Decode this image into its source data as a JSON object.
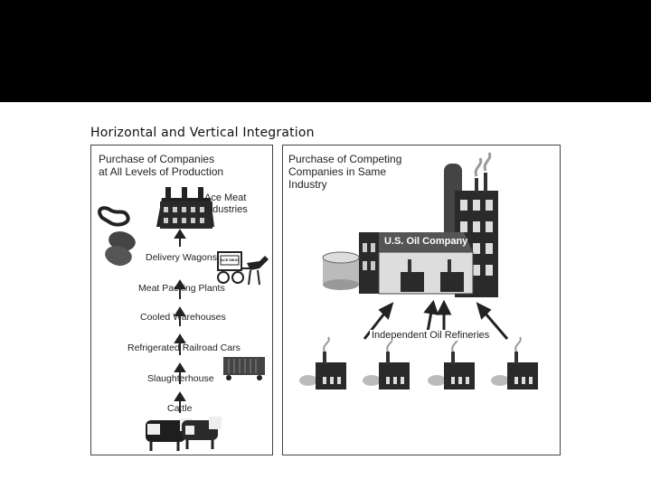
{
  "slide": {
    "title": "Horizontal and Vertical Integration"
  },
  "vertical_panel": {
    "heading_line1": "Purchase of Companies",
    "heading_line2": "at All Levels of Production",
    "steps": [
      "Cattle",
      "Slaughterhouse",
      "Refrigerated Railroad Cars",
      "Cooled Warehouses",
      "Meat Packing Plants",
      "Delivery Wagons"
    ],
    "top_company_line1": "Ace Meat",
    "top_company_line2": "Industries",
    "wagon_sign": "ACE MEAT"
  },
  "horizontal_panel": {
    "heading_line1": "Purchase of Competing",
    "heading_line2": "Companies in Same Industry",
    "company_label": "U.S. Oil Company",
    "refineries_label": "Independent Oil Refineries",
    "refinery_count": 4
  }
}
